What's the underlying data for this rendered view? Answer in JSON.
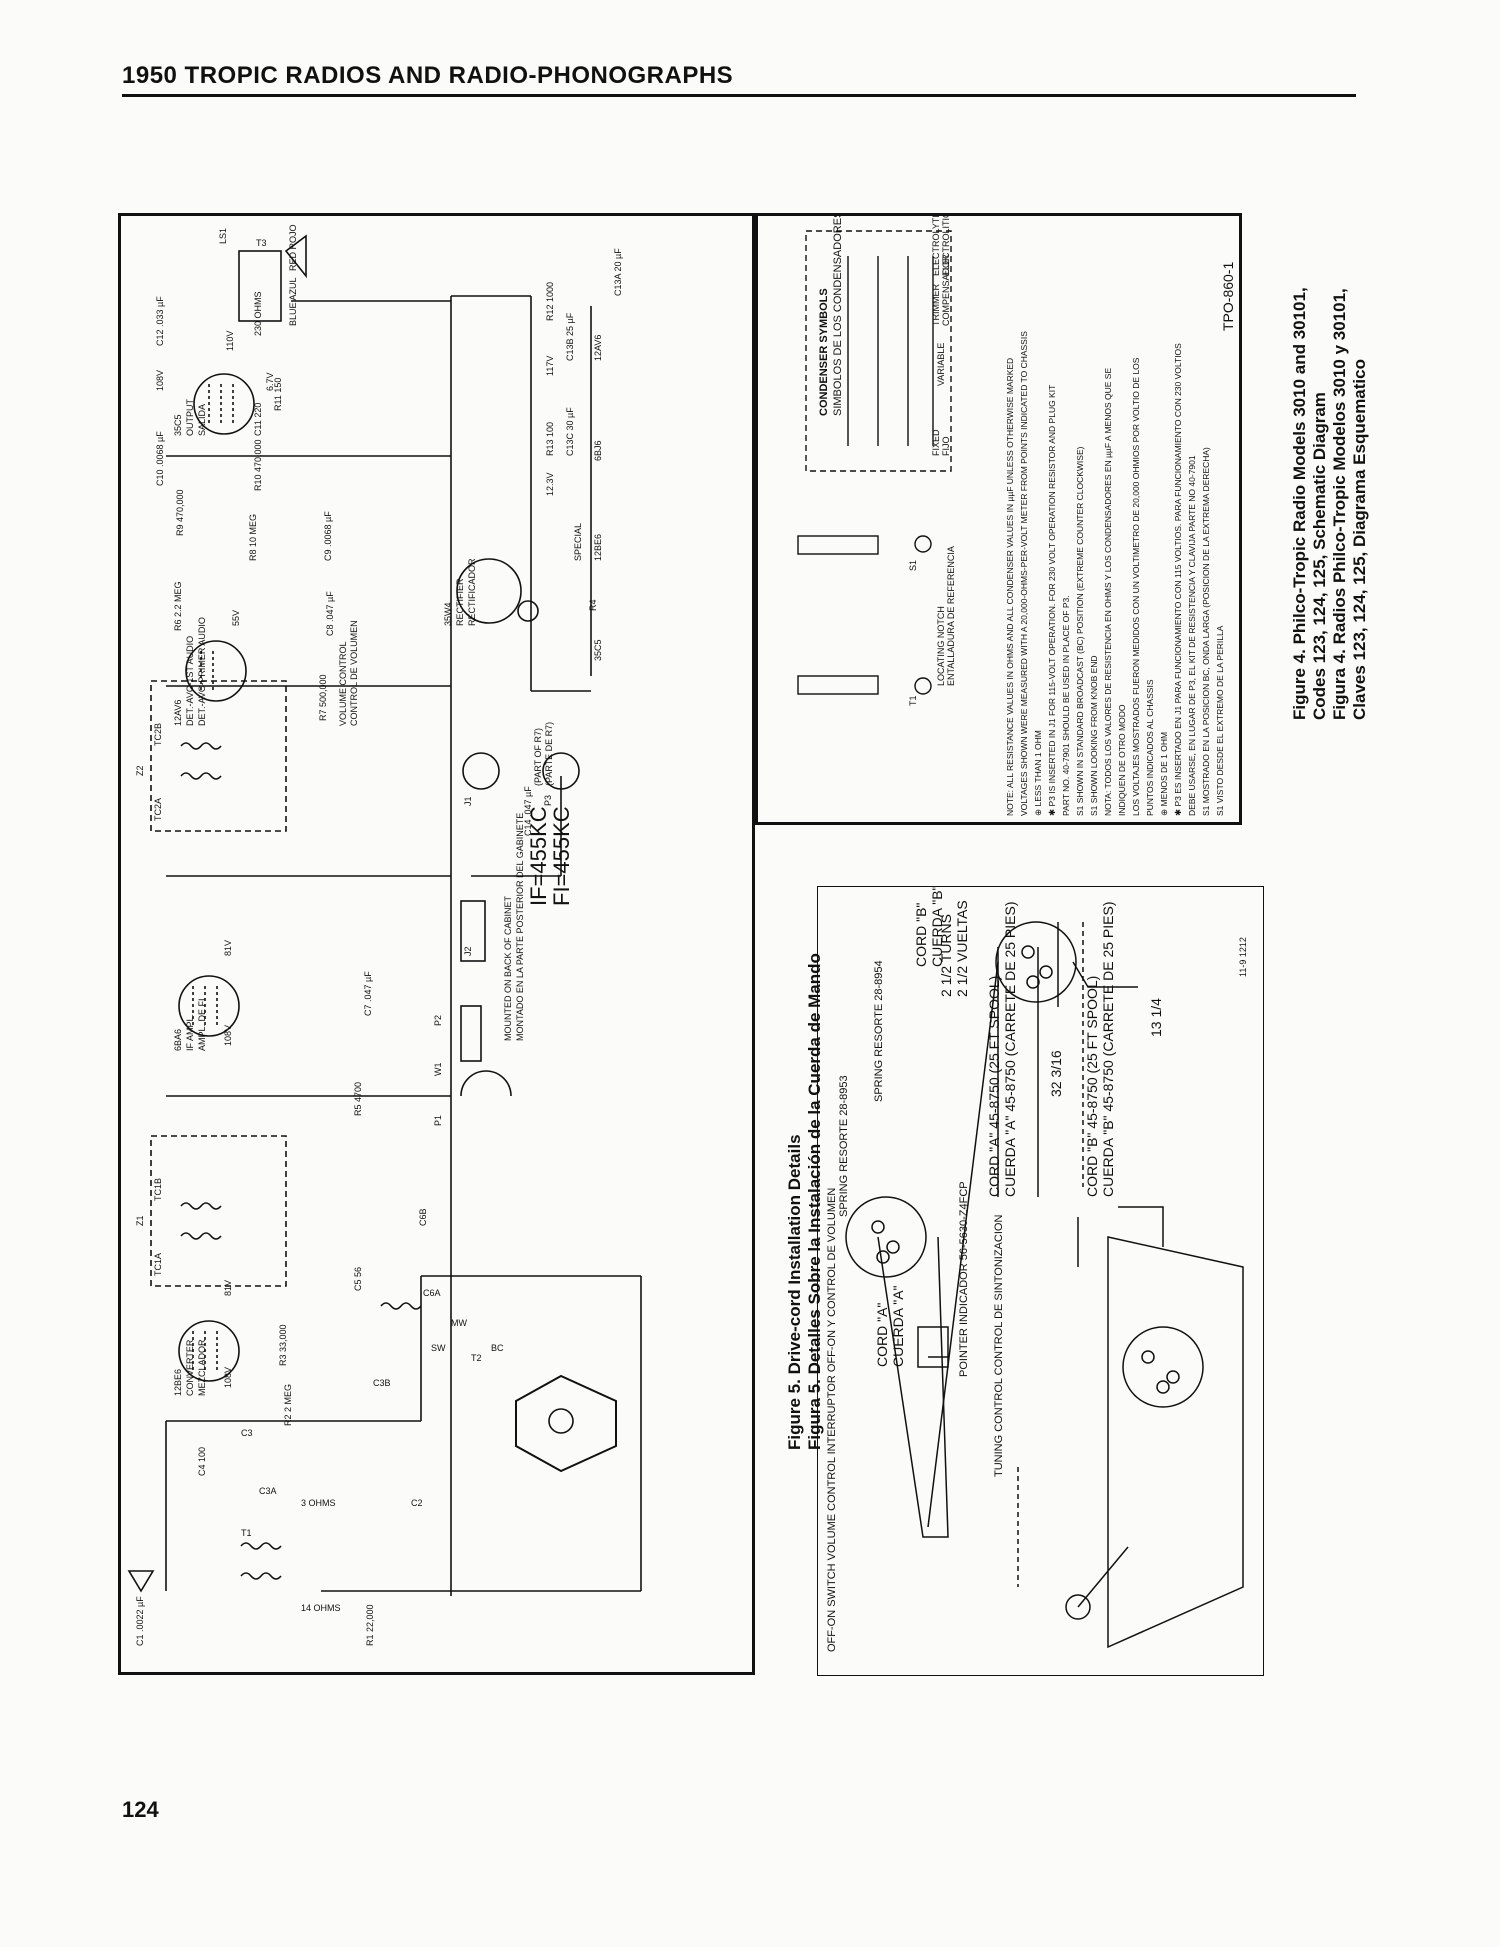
{
  "header": {
    "title": "1950 TROPIC RADIOS AND RADIO-PHONOGRAPHS",
    "page_number": "124"
  },
  "schematic": {
    "tubes": [
      {
        "type": "12BE6",
        "role": "CONVERTER",
        "role_es": "MEZCLADOR"
      },
      {
        "type": "6BA6",
        "role": "IF AMPL.",
        "role_es": "AMPL. DE FI"
      },
      {
        "type": "12AV6",
        "role": "DET.-AVC-1ST AUDIO",
        "role_es": "DET.-AVC-PRIMER AUDIO"
      },
      {
        "type": "35C5",
        "role": "OUTPUT",
        "role_es": "SALIDA"
      },
      {
        "type": "35W4",
        "role": "RECTIFIER",
        "role_es": "RECTIFICADOR"
      }
    ],
    "components": [
      "C1 .0022 µF",
      "T1",
      "R1 22,000",
      "C2",
      "C3A",
      "C3",
      "C3B",
      "C4 100",
      "R2 2 MEG",
      "R3 33,000",
      "C5 56",
      "C6A",
      "C6B",
      "T2",
      "Z1",
      "TC1A",
      "TC1B",
      "R5 4700",
      "C7 .047 µF",
      "Z2",
      "TC2A",
      "TC2B",
      "R6 2.2 MEG",
      "R7 500,000",
      "C8 .047 µF",
      "R8 10 MEG",
      "C9 .0068 µF",
      "R9 470,000",
      "C10 .0068 µF",
      "R10 470,000",
      "C11 220",
      "R11 150",
      "C12 .033 µF",
      "T3",
      "LS1",
      "R12 1000",
      "C13A 20 µF",
      "C13B 25 µF",
      "R13 100",
      "C13C 30 µF",
      "C14 .047 µF",
      "R4",
      "J1",
      "J2",
      "P1",
      "P2",
      "P3",
      "W1"
    ],
    "voltages": [
      "108V",
      "81V",
      "108V",
      "81V",
      "55V",
      "108V",
      "110V",
      "6.7V",
      "117V",
      "12.3V"
    ],
    "labels": {
      "if_freq": "IF=455KC",
      "fi_freq": "FI=455KC",
      "volume_control": "VOLUME CONTROL",
      "volume_control_es": "CONTROL DE VOLUMEN",
      "mounted": "MOUNTED ON BACK OF CABINET",
      "mounted_es": "MONTADO EN LA PARTE POSTERIOR DEL GABINETE",
      "part_of_r7": "(PART OF R7)",
      "part_of_r7_es": "(PARTE DE R7)",
      "special": "SPECIAL",
      "blue": "BLUE AZUL",
      "red": "RED ROJO",
      "ohms_230": "230 OHMS",
      "ohms_3": "3 OHMS",
      "ohms_14": "14 OHMS",
      "heater_string": [
        "35C5",
        "12BE6",
        "6BJ6",
        "12AV6"
      ],
      "mw": "MW",
      "sw": "SW",
      "bc": "BC"
    }
  },
  "condenser_symbols": {
    "title": "CONDENSER SYMBOLS",
    "title_es": "SIMBOLOS DE LOS CONDENSADORES",
    "items": [
      {
        "label": "FIXED",
        "label_es": "FIJO"
      },
      {
        "label": "VARIABLE",
        "label_es": "VARIABLE"
      },
      {
        "label": "TRIMMER",
        "label_es": "COMPENSADOR"
      },
      {
        "label": "ELECTROLYTIC",
        "label_es": "ELECTROLITICO"
      }
    ],
    "locating_notch": "LOCATING NOTCH",
    "locating_notch_es": "ENTALLADURA DE REFERENCIA",
    "switch": "S1",
    "switch_alt": "T1"
  },
  "notes": {
    "lines": [
      "NOTE: ALL RESISTANCE VALUES IN OHMS AND ALL CONDENSER VALUES IN µµF UNLESS OTHERWISE MARKED",
      "VOLTAGES SHOWN WERE MEASURED WITH A 20,000-OHMS-PER-VOLT METER FROM POINTS INDICATED TO CHASSIS",
      "⊕ LESS THAN 1 OHM",
      "✱ P3 IS INSERTED IN J1 FOR 115-VOLT OPERATION. FOR 230 VOLT OPERATION RESISTOR AND PLUG KIT",
      "   PART NO. 40-7901 SHOULD BE USED IN PLACE OF P3.",
      "   S1 SHOWN IN STANDARD BROADCAST (BC) POSITION (EXTREME COUNTER CLOCKWISE)",
      "   S1 SHOWN LOOKING FROM KNOB END",
      "NOTA: TODOS LOS VALORES DE RESISTENCIA EN OHMS Y LOS CONDENSADORES EN µµF A MENOS QUE SE",
      "   INDIQUEN DE OTRO MODO",
      "   LOS VOLTAJES MOSTRADOS FUERON MEDIDOS CON UN VOLTIMETRO DE 20,000 OHMIOS POR VOLTIO DE LOS",
      "   PUNTOS INDICADOS AL CHASSIS",
      "⊕ MENOS DE 1 OHM",
      "✱ P3 ES INSERTADO EN J1 PARA FUNCIONAMIENTO CON 115 VOLTIOS. PARA FUNCIONAMIENTO CON 230 VOLTIOS",
      "   DEBE USARSE, EN LUGAR DE P3, EL KIT DE RESISTENCIA Y CLAVIJA PARTE NO 40-7901",
      "   S1 MOSTRADO EN LA POSICION BC, ONDA LARGA (POSICION DE LA EXTREMA DERECHA)",
      "   S1 VISTO DESDE EL EXTREMO DE LA PERILLA"
    ],
    "code": "TPO-860-1"
  },
  "figure4": {
    "line1": "Figure 4.  Philco-Tropic Radio Models 3010 and 30101,",
    "line2": "Codes 123, 124, 125, Schematic Diagram",
    "line3": "Figura 4.  Radios Philco-Tropic Modelos 3010 y 30101,",
    "line4": "Claves 123, 124, 125, Diagrama Esquematico"
  },
  "dial": {
    "code": "11-9 1212",
    "cord_a": "CORD \"A\"",
    "cord_a_es": "CUERDA \"A\"",
    "cord_b": "CORD \"B\"",
    "cord_b_es": "CUERDA \"B\"",
    "turns": "2 1/2 TURNS",
    "turns_es": "2 1/2 VUELTAS",
    "spring1": "SPRING RESORTE 28-8953",
    "spring2": "SPRING RESORTE 28-8954",
    "pointer": "POINTER INDICADOR 56-5630-Z4FCP",
    "tuning": "TUNING CONTROL CONTROL DE SINTONIZACION",
    "switch": "OFF-ON SWITCH VOLUME CONTROL INTERRUPTOR OFF-ON Y CONTROL DE VOLUMEN",
    "cord_a_spec": "CORD \"A\" 45-8750 (25 FT SPOOL)",
    "cord_a_spec_es": "CUERDA \"A\" 45-8750 (CARRETE DE 25 PIES)",
    "cord_b_spec": "CORD \"B\" 45-8750 (25 FT SPOOL)",
    "cord_b_spec_es": "CUERDA \"B\" 45-8750 (CARRETE DE 25 PIES)",
    "len_a": "32 3/16",
    "len_b": "13 1/4"
  },
  "figure5": {
    "line1": "Figure 5.  Drive-cord Installation Details",
    "line2": "Figura 5.  Detalles Sobre la Instalación de la Cuerda de Mando"
  }
}
